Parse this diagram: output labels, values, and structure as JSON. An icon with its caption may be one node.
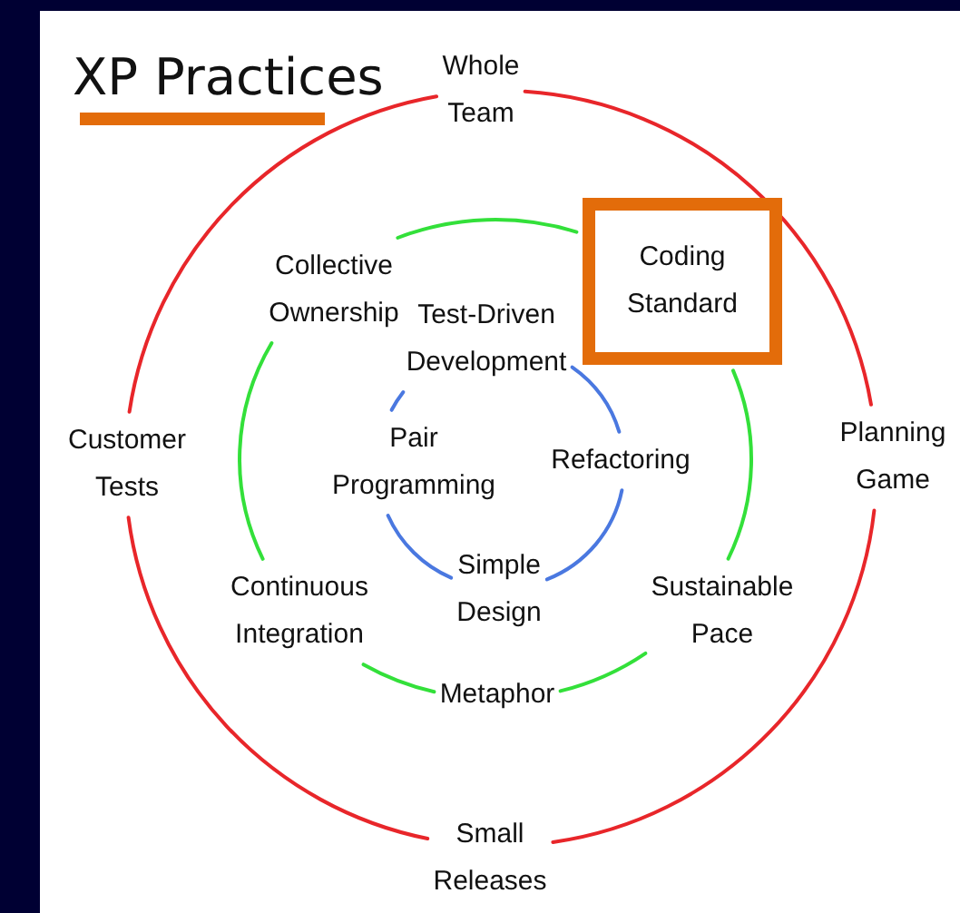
{
  "diagram": {
    "title": "XP Practices",
    "nodes": [
      {
        "text": [
          "Whole Team"
        ]
      },
      {
        "text": [
          "Planning Game"
        ]
      },
      {
        "text": [
          "Small Releases"
        ]
      },
      {
        "text": [
          "Customer Tests"
        ]
      },
      {
        "text": [
          "Collective Ownership"
        ]
      },
      {
        "text": [
          "Coding Standard"
        ]
      },
      {
        "text": [
          "Sustainable Pace"
        ]
      },
      {
        "text": [
          "Metaphor"
        ]
      },
      {
        "text": [
          "Continuous Integration"
        ]
      },
      {
        "text": [
          "Test-Driven Development"
        ]
      },
      {
        "text": [
          "Refactoring"
        ]
      },
      {
        "text": [
          "Simple Design"
        ]
      },
      {
        "text": [
          "Pair Programming"
        ]
      }
    ],
    "edges": [
      {
        "from": 0,
        "to": 1,
        "arrow": "none",
        "color": "#e8262a"
      },
      {
        "from": 1,
        "to": 2,
        "arrow": "none",
        "color": "#e8262a"
      },
      {
        "from": 2,
        "to": 3,
        "arrow": "none",
        "color": "#e8262a"
      },
      {
        "from": 3,
        "to": 0,
        "arrow": "none",
        "color": "#e8262a"
      },
      {
        "from": 4,
        "to": 5,
        "arrow": "none",
        "color": "#33e03a"
      },
      {
        "from": 5,
        "to": 6,
        "arrow": "none",
        "color": "#33e03a"
      },
      {
        "from": 6,
        "to": 7,
        "arrow": "none",
        "color": "#33e03a"
      },
      {
        "from": 7,
        "to": 8,
        "arrow": "none",
        "color": "#33e03a"
      },
      {
        "from": 8,
        "to": 4,
        "arrow": "none",
        "color": "#33e03a"
      },
      {
        "from": 9,
        "to": 10,
        "arrow": "none",
        "color": "#4a78e0"
      },
      {
        "from": 10,
        "to": 11,
        "arrow": "none",
        "color": "#4a78e0"
      },
      {
        "from": 11,
        "to": 12,
        "arrow": "none",
        "color": "#4a78e0"
      },
      {
        "from": 12,
        "to": 9,
        "arrow": "none",
        "color": "#4a78e0"
      }
    ]
  }
}
